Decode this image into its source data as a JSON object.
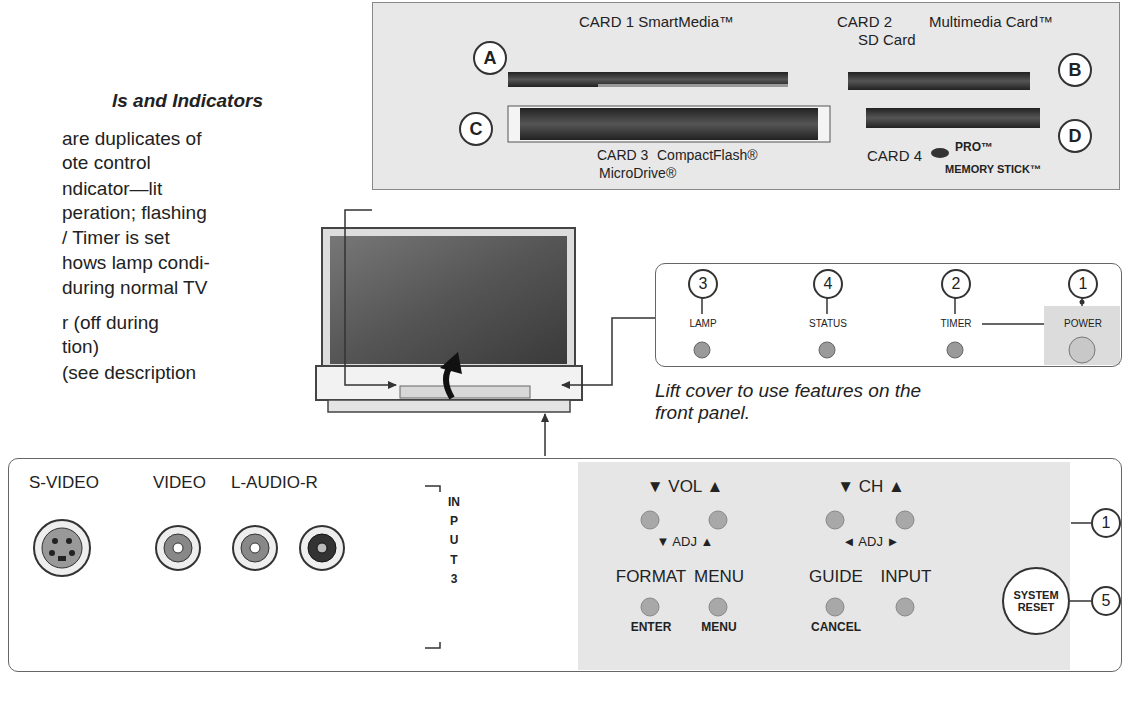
{
  "diagram": {
    "nodes": [
      {
        "text": [
          "CARD 1 SmartMedia™",
          "CARD 2",
          "Multimedia Card™",
          "SD Card",
          "CARD 3",
          "CompactFlash®",
          "MicroDrive®",
          "CARD 4",
          "PRO™",
          "MEMORY STICK™"
        ]
      },
      {
        "text": [
          "A"
        ],
        "in": 0
      },
      {
        "text": [
          "B"
        ],
        "in": 0
      },
      {
        "text": [
          "C"
        ],
        "in": 0
      },
      {
        "text": [
          "D"
        ],
        "in": 0
      },
      {
        "text": [
          "LAMP",
          "STATUS",
          "TIMER",
          "POWER"
        ]
      },
      {
        "text": [
          "3"
        ],
        "in": 5
      },
      {
        "text": [
          "4"
        ],
        "in": 5
      },
      {
        "text": [
          "2"
        ],
        "in": 5
      },
      {
        "text": [
          "1"
        ],
        "in": 5
      },
      {
        "text": [
          "S-VIDEO",
          "VIDEO",
          "L-AUDIO-R",
          "INPUT 3"
        ]
      },
      {
        "text": [
          "▼ VOL ▲",
          "▼ CH ▲",
          "▼ ADJ ▲",
          "◄ ADJ ►",
          "FORMAT",
          "MENU",
          "GUIDE",
          "INPUT",
          "ENTER",
          "MENU",
          "CANCEL"
        ],
        "in": 10
      },
      {
        "text": [
          "SYSTEM RESET"
        ],
        "in": 11
      },
      {
        "text": [
          "1"
        ],
        "in": 10
      },
      {
        "text": [
          "5"
        ],
        "in": 10
      }
    ],
    "edges": [
      {
        "from": 13,
        "to": 11,
        "arrow": "none"
      },
      {
        "from": 14,
        "to": 12,
        "arrow": "none"
      }
    ],
    "labels": [
      "ls and Indicators",
      "are duplicates of",
      "ote control",
      "ndicator—lit",
      "peration; flashing",
      "/ Timer is set",
      "hows lamp condi-",
      "during normal TV",
      "r (off during",
      "tion)",
      "(see description",
      "Lift cover to use features on the front panel."
    ]
  }
}
